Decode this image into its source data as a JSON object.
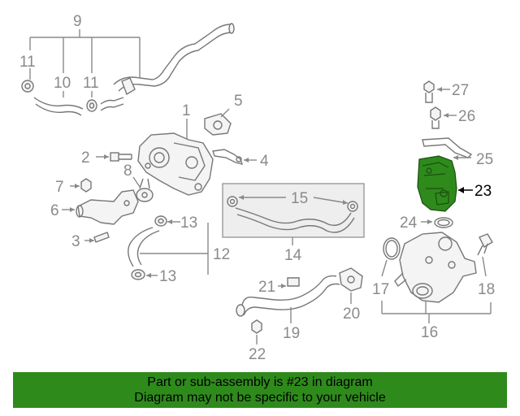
{
  "callouts": {
    "c9": "9",
    "c11a": "11",
    "c10": "10",
    "c11b": "11",
    "c1": "1",
    "c5": "5",
    "c2": "2",
    "c4": "4",
    "c7": "7",
    "c8": "8",
    "c6": "6",
    "c13a": "13",
    "c3": "3",
    "c12": "12",
    "c13b": "13",
    "c15": "15",
    "c14": "14",
    "c21": "21",
    "c20": "20",
    "c19": "19",
    "c22": "22",
    "c27": "27",
    "c26": "26",
    "c25": "25",
    "c23": "23",
    "c24": "24",
    "c17": "17",
    "c18": "18",
    "c16": "16"
  },
  "banner": {
    "line1": "Part or sub-assembly is #23 in diagram",
    "line2": "Diagram may not be specific to your vehicle"
  },
  "colors": {
    "highlight": "#2f8a1c",
    "banner_bg": "#2f8a1c"
  }
}
